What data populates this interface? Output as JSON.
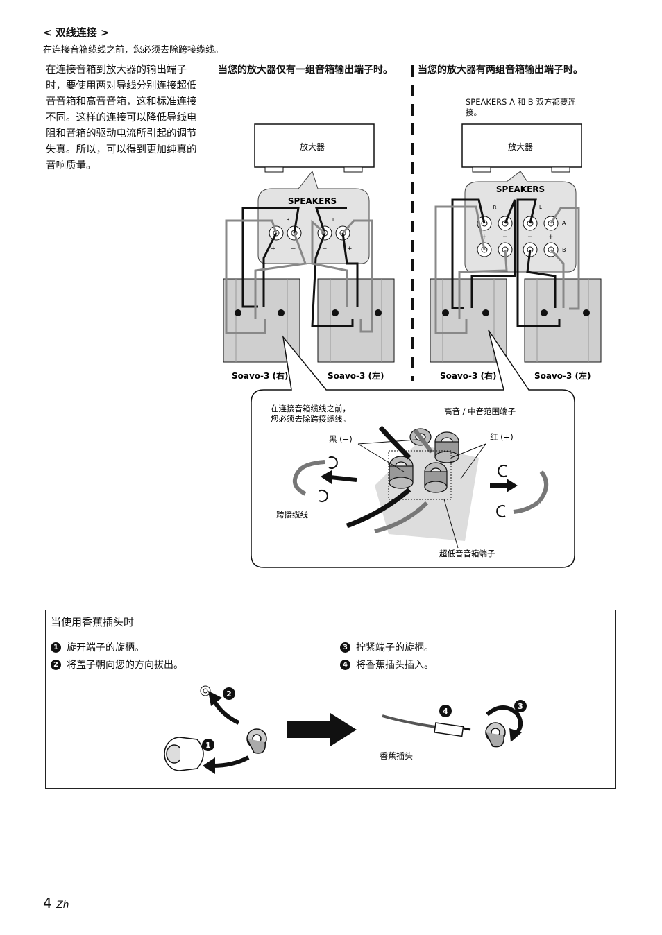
{
  "section": {
    "title": "< 双线连接 >",
    "subtitle": "在连接音箱缆线之前，您必须去除跨接缆线。",
    "intro": "在连接音箱到放大器的输出端子时，要使用两对导线分别连接超低音音箱和高音音箱，这和标准连接不同。这样的连接可以降低导线电阻和音箱的驱动电流所引起的调节失真。所以，可以得到更加纯真的音响质量。"
  },
  "left_column": {
    "heading": "当您的放大器仅有一组音箱输出端子时。",
    "amp_label": "放大器",
    "speakers_label": "SPEAKERS",
    "caption_right": "Soavo-3 (右)",
    "caption_left": "Soavo-3 (左)"
  },
  "right_column": {
    "heading": "当您的放大器有两组音箱输出端子时。",
    "note": "SPEAKERS A 和 B 双方都要连接。",
    "amp_label": "放大器",
    "speakers_label": "SPEAKERS",
    "caption_right": "Soavo-3 (右)",
    "caption_left": "Soavo-3 (左)"
  },
  "terminal_labels": {
    "r": "R",
    "l": "L",
    "a": "A",
    "b": "B",
    "plus": "+",
    "minus": "−"
  },
  "detail": {
    "note": "在连接音箱缆线之前，您必须去除跨接缆线。",
    "high_mid": "高音 / 中音范围端子",
    "black": "黑 (−)",
    "red": "红 (+)",
    "jumper": "跨接缆线",
    "woofer": "超低音音箱端子"
  },
  "banana": {
    "title": "当使用香蕉插头时",
    "steps": [
      {
        "num": "1",
        "text": "旋开端子的旋柄。"
      },
      {
        "num": "2",
        "text": "将盖子朝向您的方向拔出。"
      },
      {
        "num": "3",
        "text": "拧紧端子的旋柄。"
      },
      {
        "num": "4",
        "text": "将香蕉插头插入。"
      }
    ],
    "plug_label": "香蕉插头"
  },
  "page": {
    "number": "4",
    "lang": "Zh"
  }
}
